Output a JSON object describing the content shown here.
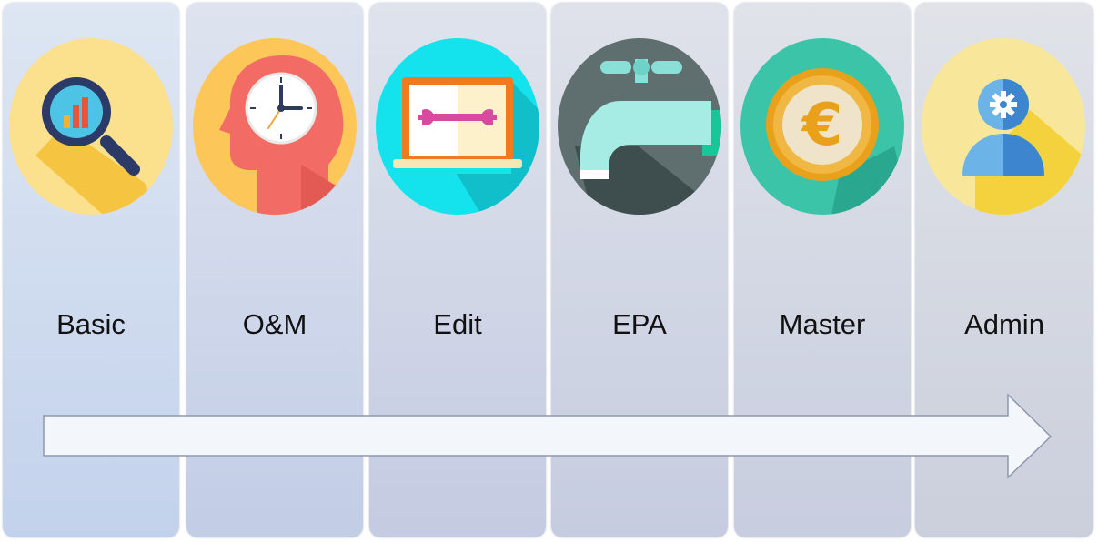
{
  "steps": [
    {
      "label": "Basic",
      "icon": "magnifier-chart-icon"
    },
    {
      "label": "O&M",
      "icon": "head-clock-icon"
    },
    {
      "label": "Edit",
      "icon": "laptop-wrench-icon"
    },
    {
      "label": "EPA",
      "icon": "water-tap-icon"
    },
    {
      "label": "Master",
      "icon": "euro-coin-icon"
    },
    {
      "label": "Admin",
      "icon": "user-gear-icon"
    }
  ],
  "colors": {
    "arrow_fill": "#f3f6fb",
    "arrow_stroke": "#8d98ad"
  }
}
